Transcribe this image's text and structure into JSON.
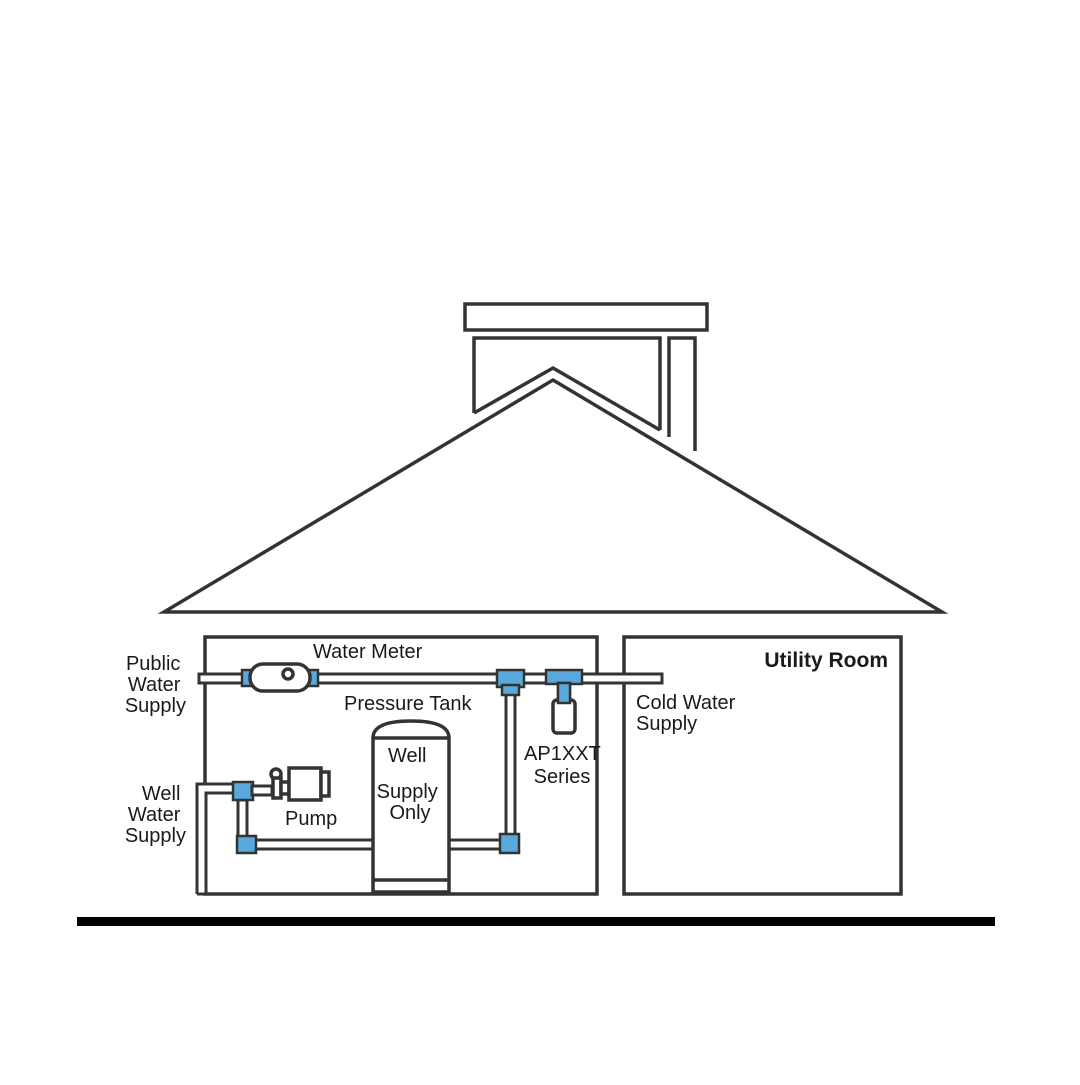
{
  "labels": {
    "public_water_supply": [
      "Public",
      "Water",
      "Supply"
    ],
    "water_meter": "Water Meter",
    "pressure_tank": "Pressure Tank",
    "well_supply_only": [
      "Well",
      "Supply",
      "Only"
    ],
    "well_water_supply": [
      "Well",
      "Water",
      "Supply"
    ],
    "pump": "Pump",
    "filter_model": [
      "AP1XXT",
      "Series"
    ],
    "cold_water_supply": [
      "Cold Water",
      "Supply"
    ],
    "utility_room": "Utility Room"
  },
  "colors": {
    "outline": "#333333",
    "fitting": "#5aa9dd",
    "ground": "#000000",
    "background": "#ffffff"
  }
}
